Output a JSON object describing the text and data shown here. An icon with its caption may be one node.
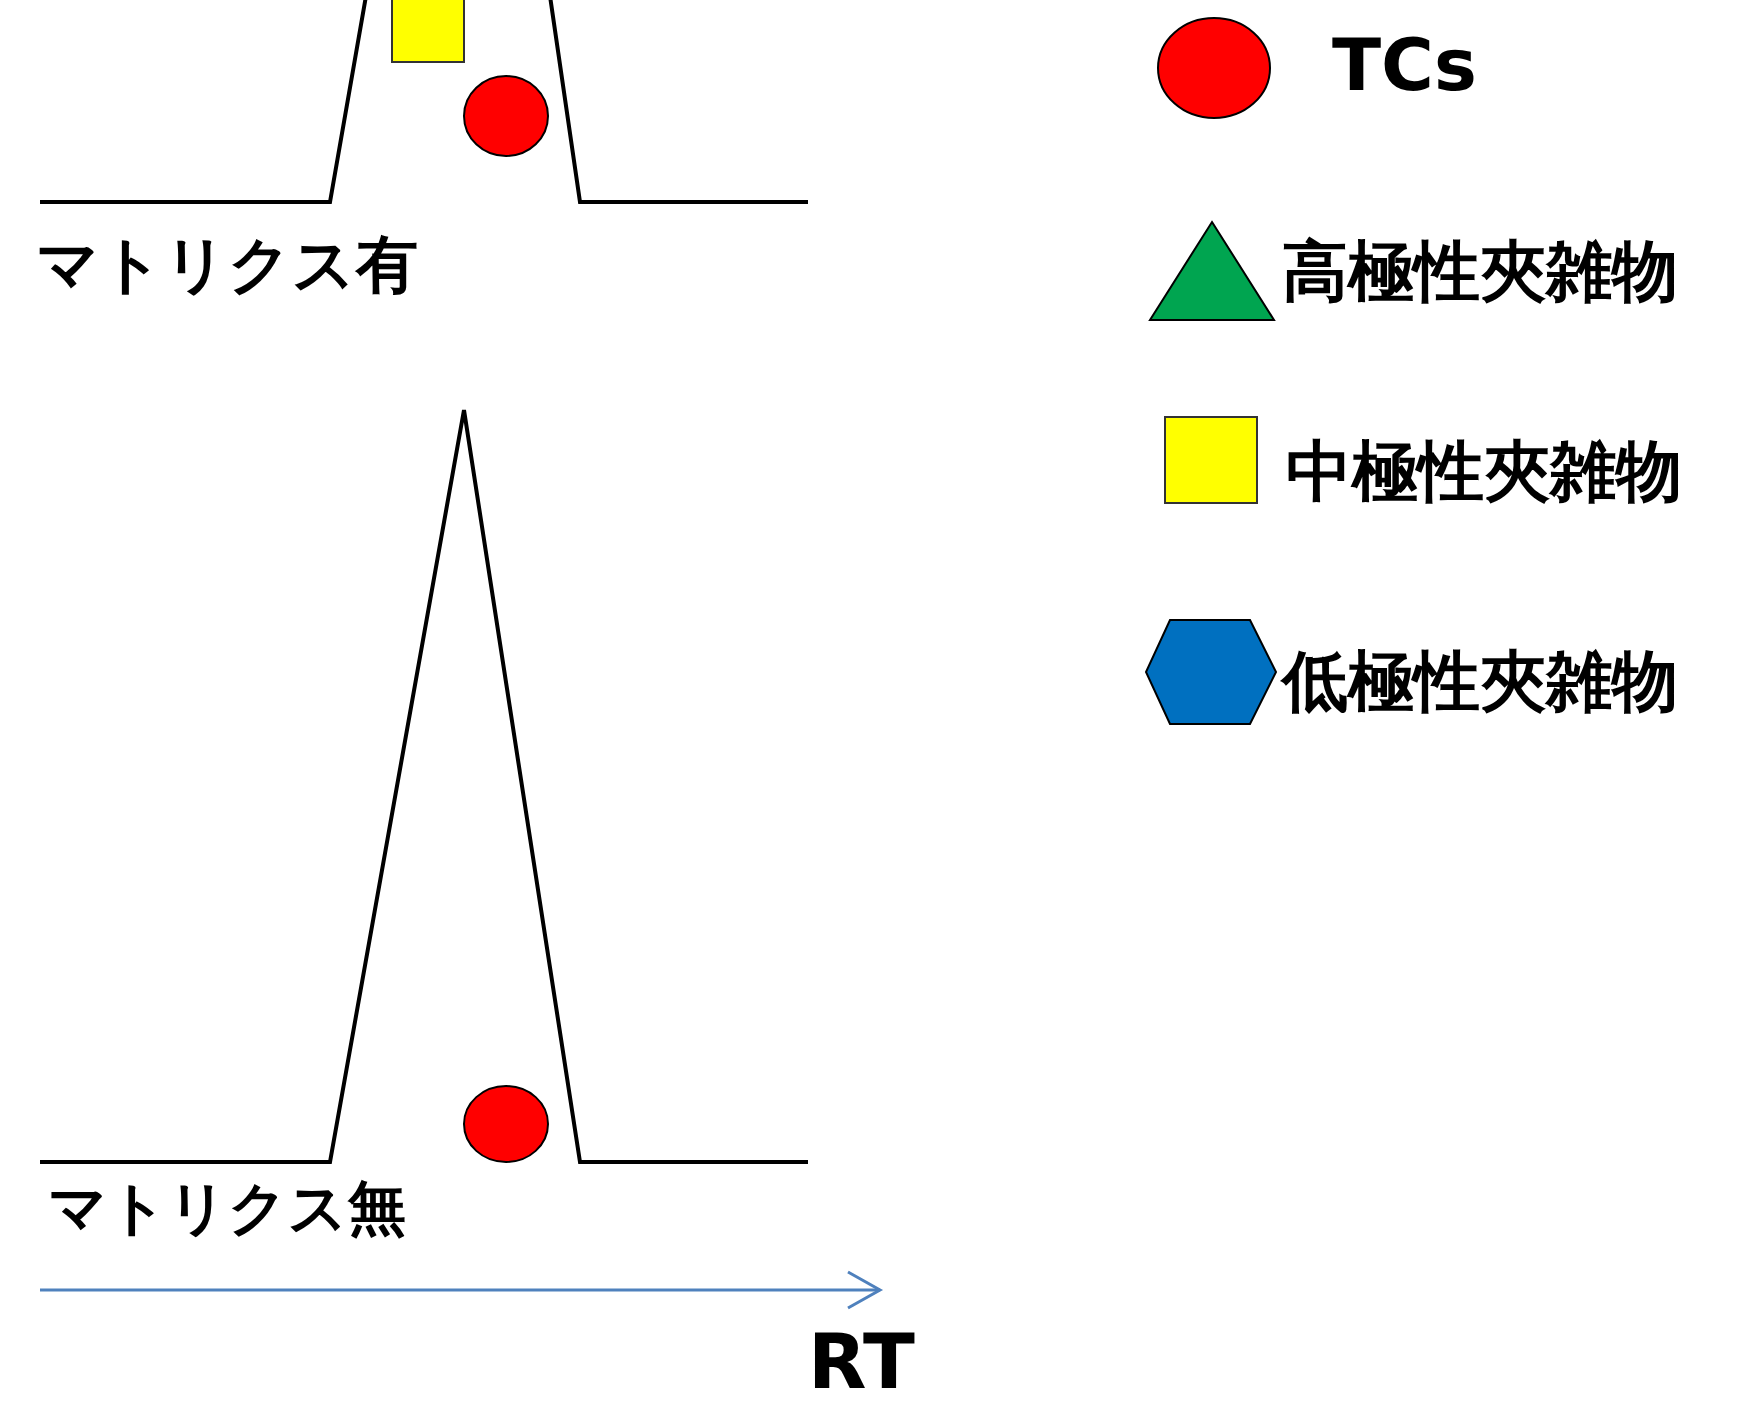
{
  "diagram": {
    "labels": [
      "マトリクス有",
      "マトリクス無",
      "RT"
    ],
    "legend": [
      {
        "text": "TCs"
      },
      {
        "text": "高極性夾雑物"
      },
      {
        "text": "中極性夾雑物"
      },
      {
        "text": "低極性夾雑物"
      }
    ]
  }
}
